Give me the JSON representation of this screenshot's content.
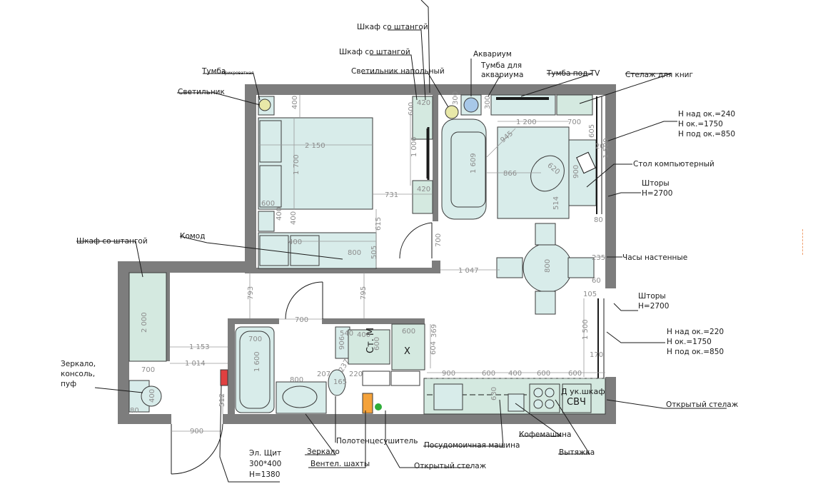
{
  "labels": {
    "wardrobe_top": "Шкаф со штангой",
    "wardrobe_mid": "Шкаф со штангой",
    "aquarium": "Аквариум",
    "aquarium_stand_1": "Тумба для",
    "aquarium_stand_2": "аквариума",
    "floor_lamp": "Светильник напольный",
    "tv_stand": "Тумба под TV",
    "bookshelf": "Стелаж для книг",
    "bedside_main": "Тумба",
    "bedside_sub": "прикроватная",
    "lamp": "Светильник",
    "win1_h1": "Н над ок.=240",
    "win1_h2": "Н ок.=1750",
    "win1_h3": "Н под ок.=850",
    "computer_desk": "Стол компьютерный",
    "curtains1_a": "Шторы",
    "curtains1_b": "Н=2700",
    "dresser": "Комод",
    "wardrobe_hall": "Шкаф со штангой",
    "wall_clock": "Часы настенные",
    "curtains2_a": "Шторы",
    "curtains2_b": "Н=2700",
    "win2_h1": "Н над ок.=220",
    "win2_h2": "Н ок.=1750",
    "win2_h3": "Н под ок.=850",
    "mirror_set_1": "Зеркало,",
    "mirror_set_2": "консоль,",
    "mirror_set_3": "пуф",
    "open_shelf_right": "Открытый стелаж",
    "towel_dryer": "Полотенцесушитель",
    "dishwasher": "Посудомоичная машина",
    "coffee_machine": "Кофемашина",
    "hood": "Вытяжка",
    "mirror": "Зеркало",
    "vent_shafts": "Вентел. шахты",
    "open_shelf_bottom": "Открытый стелаж",
    "el_panel_1": "Эл. Щит",
    "el_panel_2": "300*400",
    "el_panel_3": "Н=1380",
    "washer": "Ст. М",
    "fridge": "Х",
    "microwave": "СВЧ",
    "kitchen_cab": "Д ук.шкаф"
  },
  "dims": {
    "d_400_a": "400",
    "d_2150": "2 150",
    "d_1700": "1 700",
    "d_400_b": "400",
    "d_400_c": "400",
    "d_731": "731",
    "d_600_a": "600",
    "d_615": "615",
    "d_400_d": "400",
    "d_800_a": "800",
    "d_505": "505",
    "d_420_a": "420",
    "d_1000": "1 000",
    "d_420_b": "420",
    "d_600_b": "600",
    "d_1200": "1 200",
    "d_700_a": "700",
    "d_300": "300",
    "d_945": "945",
    "d_1609": "1 609",
    "d_866": "866",
    "d_620": "620",
    "d_900_a": "900",
    "d_514": "514",
    "d_605": "605",
    "d_20": "20",
    "d_1500_a": "1 500",
    "d_80_a": "80",
    "d_700_b": "700",
    "d_1047": "1 047",
    "d_800_b": "800",
    "d_235": "235",
    "d_60": "60",
    "d_105": "105",
    "d_793": "793",
    "d_795": "795",
    "d_700_c": "700",
    "d_2000": "2 000",
    "d_1153": "1 153",
    "d_700_d": "700",
    "d_1014": "1 014",
    "d_400_e": "400",
    "d_80_b": "80",
    "d_700_e": "700",
    "d_1600": "1 600",
    "d_800_c": "800",
    "d_540": "540",
    "d_400_f": "400",
    "d_600_c": "600",
    "d_906": "906",
    "d_237": "237",
    "d_220": "220",
    "d_207": "207",
    "d_165": "165",
    "d_600_d": "600",
    "d_369": "369",
    "d_604": "604",
    "d_900_b": "900",
    "d_600_e": "600",
    "d_400_g": "400",
    "d_600_f": "600",
    "d_600_g": "600",
    "d_630": "630",
    "d_1500_b": "1 500",
    "d_170": "170",
    "d_512": "512",
    "d_900_c": "900"
  },
  "colors": {
    "wall": "#7d7d7d",
    "furniture": "#d8ecea",
    "furniture_green": "#d4e9e0",
    "accent_red": "#e04040",
    "accent_green": "#2fae3a"
  }
}
